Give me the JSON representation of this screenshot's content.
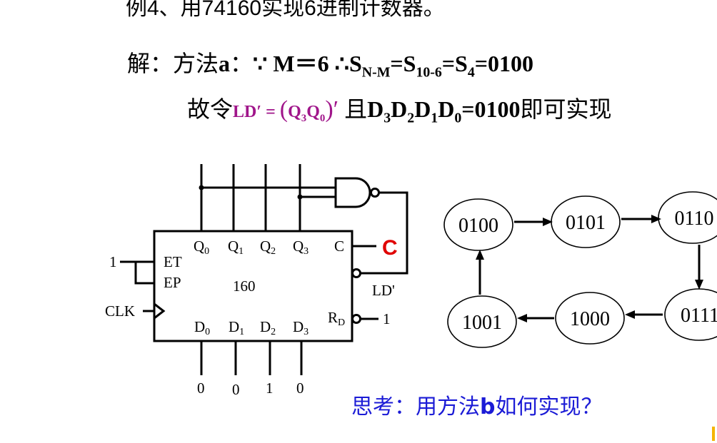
{
  "header": {
    "title": "例4、用74160实现6进制计数器。"
  },
  "solution": {
    "prefix": "解：方法",
    "method": "a",
    "colon": "：",
    "because": "∵",
    "m_eq": " M＝6 ",
    "therefore": "∴",
    "s": "S",
    "s_nm_sub": "N-M",
    "eq1": "=S",
    "s_106_sub": "10-6",
    "eq2": "=S",
    "s4_sub": "4",
    "eq3": "=0100"
  },
  "line2": {
    "prefix": "故令",
    "ld_prime": "LD′",
    "ld_eq": " = ",
    "paren_open": "(",
    "q3": "Q",
    "q3_sub": "3",
    "q0": "Q",
    "q0_sub": "0",
    "paren_close": ")",
    "prime": "′",
    "and": " 且",
    "d3": "D",
    "d3_sub": "3",
    "d2": "D",
    "d2_sub": "2",
    "d1": "D",
    "d1_sub": "1",
    "d0": "D",
    "d0_sub": "0",
    "d_value": "=0100",
    "suffix": "即可实现"
  },
  "chip": {
    "name": "160",
    "q": "Q",
    "q_subs": [
      "0",
      "1",
      "2",
      "3"
    ],
    "d": "D",
    "d_subs": [
      "0",
      "1",
      "2",
      "3"
    ],
    "et": "ET",
    "ep": "EP",
    "clk": "CLK",
    "c": "C",
    "c_out": "C",
    "ld": "LD'",
    "rd": "R",
    "rd_sub": "D",
    "et_ep_input": "1",
    "rd_input": "1",
    "d_inputs": [
      "0",
      "0",
      "1",
      "0"
    ]
  },
  "states": [
    "0100",
    "0101",
    "0110",
    "0111",
    "1000",
    "1001"
  ],
  "think": {
    "prefix": "思考：用方法",
    "method": "b",
    "suffix": "如何实现？"
  },
  "colors": {
    "ld_magenta": "#a0158a",
    "carry_red": "#e00000",
    "think_blue": "#1b1bd6"
  }
}
